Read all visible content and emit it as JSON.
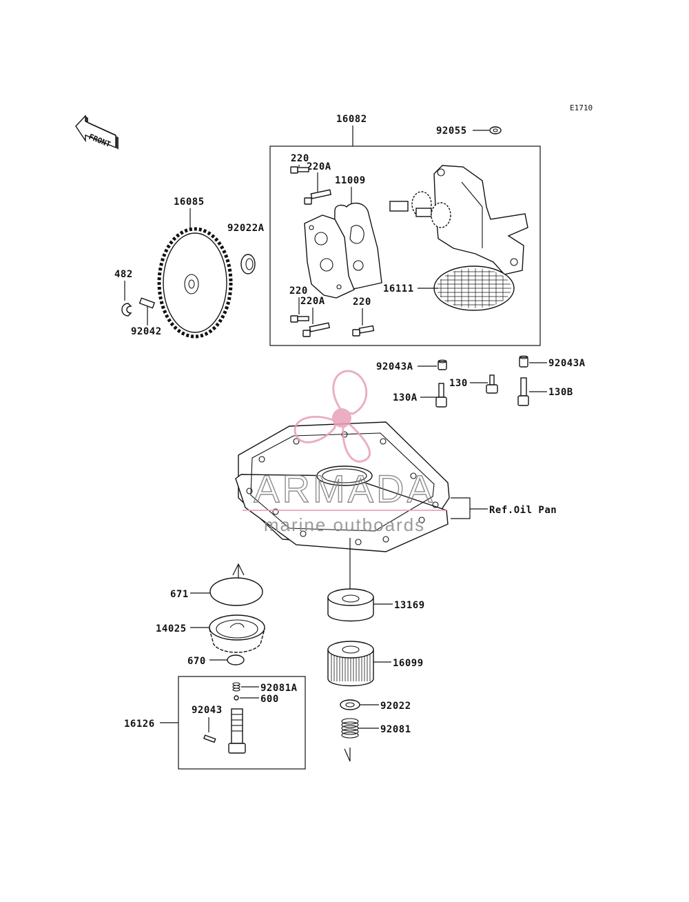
{
  "diagram_code": "E1710",
  "front_label": "FRONT",
  "labels": {
    "p16082": "16082",
    "p92055": "92055",
    "p220_a": "220",
    "p220A_a": "220A",
    "p11009": "11009",
    "p16085": "16085",
    "p92022A": "92022A",
    "p482": "482",
    "p92042": "92042",
    "p220_b": "220",
    "p220A_b": "220A",
    "p220_c": "220",
    "p16111": "16111",
    "p92043A_a": "92043A",
    "p92043A_b": "92043A",
    "p130": "130",
    "p130A": "130A",
    "p130B": "130B",
    "ref_oil_pan": "Ref.Oil Pan",
    "p671": "671",
    "p14025": "14025",
    "p670": "670",
    "p13169": "13169",
    "p16099": "16099",
    "p92081A": "92081A",
    "p600": "600",
    "p92043": "92043",
    "p16126": "16126",
    "p92022": "92022",
    "p92081": "92081"
  },
  "watermark": {
    "brand": "ARMADA",
    "tagline": "marine outboards",
    "color": "#e8a0b8"
  }
}
